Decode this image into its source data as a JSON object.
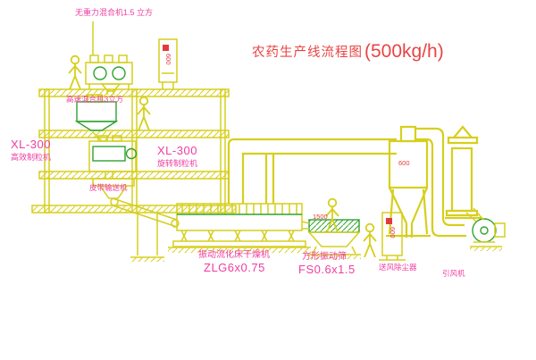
{
  "title": {
    "text": "农药生产线流程图",
    "capacity": "(500kg/h)"
  },
  "equipment_labels": {
    "gravity_mixer": "无重力混合机1.5 立方",
    "high_speed_mixer": "高速混合机3立方",
    "left_granulator": {
      "model": "XL-300",
      "name": "高效制粒机"
    },
    "right_granulator": {
      "model": "XL-300",
      "name": "旋转制粒机"
    },
    "belt_conveyor": "皮带输送机",
    "fluid_bed_dryer": {
      "name": "振动流化床干燥机",
      "model": "ZLG6x0.75"
    },
    "vibrating_sieve": {
      "name": "方形振动筛",
      "model": "FS0.6x1.5"
    },
    "dust_collector": "送风除尘器",
    "induced_fan": "引风机"
  },
  "annotations": {
    "panel1": "600",
    "panel2": "600",
    "cyclone_dim": "600",
    "sieve_dim": "1500"
  },
  "colors": {
    "line_yellow": "#d6cf1d",
    "line_green": "#2fa32f",
    "label_magenta": "#ef3da1",
    "title_red": "#e84444"
  }
}
